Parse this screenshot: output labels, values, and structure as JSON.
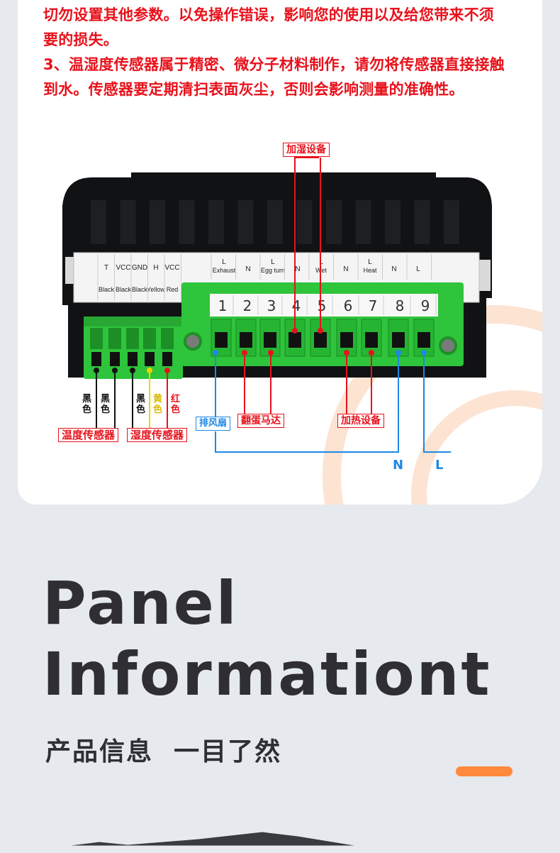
{
  "warning": {
    "line1": "切勿设置其他参数。以免操作错误，影响您的使用以及给您带来不须",
    "line2": "要的损失。",
    "line3": "3、温湿度传感器属于精密、微分子材料制作，请勿将传感器直接接触",
    "line4": "到水。传感器要定期清扫表面灰尘，否则会影响测量的准确性。"
  },
  "labels": {
    "humidifier": "加湿设备",
    "exhaust_fan": "排风扇",
    "egg_turner": "翻蛋马达",
    "heater": "加热设备",
    "temp_sensor": "温度传感器",
    "humidity_sensor": "湿度传感器",
    "n_line": "N",
    "l_line": "L"
  },
  "sensor_wire_colors": {
    "w1": "黑色",
    "w2": "黑色",
    "w3": "黑色",
    "w4": "黄色",
    "w5": "红色"
  },
  "terminal_small_top": [
    "T",
    "VCC",
    "GND",
    "H",
    "VCC"
  ],
  "terminal_small_bottom": [
    "Black",
    "Black",
    "Black",
    "Yellow",
    "Red"
  ],
  "terminal_big_top": [
    {
      "l1": "L",
      "l2": "Exhaust"
    },
    {
      "l1": "N",
      "l2": ""
    },
    {
      "l1": "L",
      "l2": "Egg turn"
    },
    {
      "l1": "N",
      "l2": ""
    },
    {
      "l1": "L",
      "l2": "Wet"
    },
    {
      "l1": "N",
      "l2": ""
    },
    {
      "l1": "L",
      "l2": "Heat"
    },
    {
      "l1": "N",
      "l2": ""
    },
    {
      "l1": "L",
      "l2": ""
    }
  ],
  "terminal_numbers": [
    "1",
    "2",
    "3",
    "4",
    "5",
    "6",
    "7",
    "8",
    "9"
  ],
  "panel": {
    "title_line1": "Panel",
    "title_line2": "Informationt",
    "subtitle": "产品信息  一目了然"
  },
  "colors": {
    "red": "#e8111b",
    "blue": "#1e88e5",
    "green": "#1fb52a",
    "orange": "#ff8a3d"
  }
}
